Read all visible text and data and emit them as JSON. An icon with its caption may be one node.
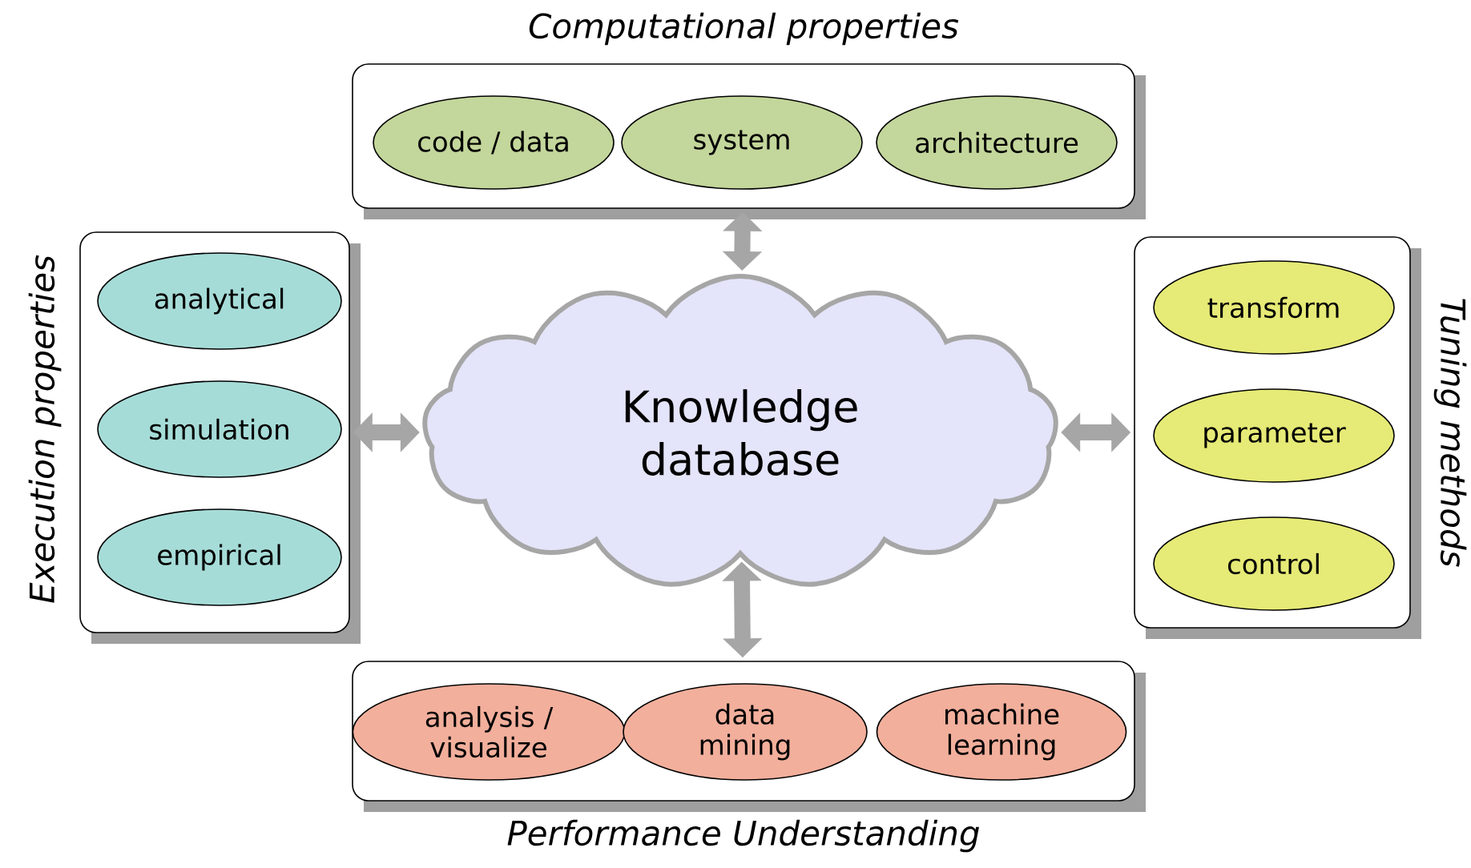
{
  "diagram": {
    "nodes": [
      {
        "text": [
          "Computational properties"
        ]
      },
      {
        "text": [
          "code / data"
        ],
        "in": 0
      },
      {
        "text": [
          "system"
        ],
        "in": 0
      },
      {
        "text": [
          "architecture"
        ],
        "in": 0
      },
      {
        "text": [
          "Execution properties"
        ]
      },
      {
        "text": [
          "analytical"
        ],
        "in": 4
      },
      {
        "text": [
          "simulation"
        ],
        "in": 4
      },
      {
        "text": [
          "empirical"
        ],
        "in": 4
      },
      {
        "text": [
          "Knowledge database"
        ]
      },
      {
        "text": [
          "Tuning methods"
        ]
      },
      {
        "text": [
          "transform"
        ],
        "in": 9
      },
      {
        "text": [
          "parameter"
        ],
        "in": 9
      },
      {
        "text": [
          "control"
        ],
        "in": 9
      },
      {
        "text": [
          "Performance Understanding"
        ]
      },
      {
        "text": [
          "analysis / visualize"
        ],
        "in": 13
      },
      {
        "text": [
          "data mining"
        ],
        "in": 13
      },
      {
        "text": [
          "machine learning"
        ],
        "in": 13
      }
    ],
    "edges": [
      {
        "from": 8,
        "to": 0,
        "arrow": "both"
      },
      {
        "from": 8,
        "to": 4,
        "arrow": "both"
      },
      {
        "from": 8,
        "to": 9,
        "arrow": "both"
      },
      {
        "from": 8,
        "to": 13,
        "arrow": "both"
      }
    ]
  }
}
